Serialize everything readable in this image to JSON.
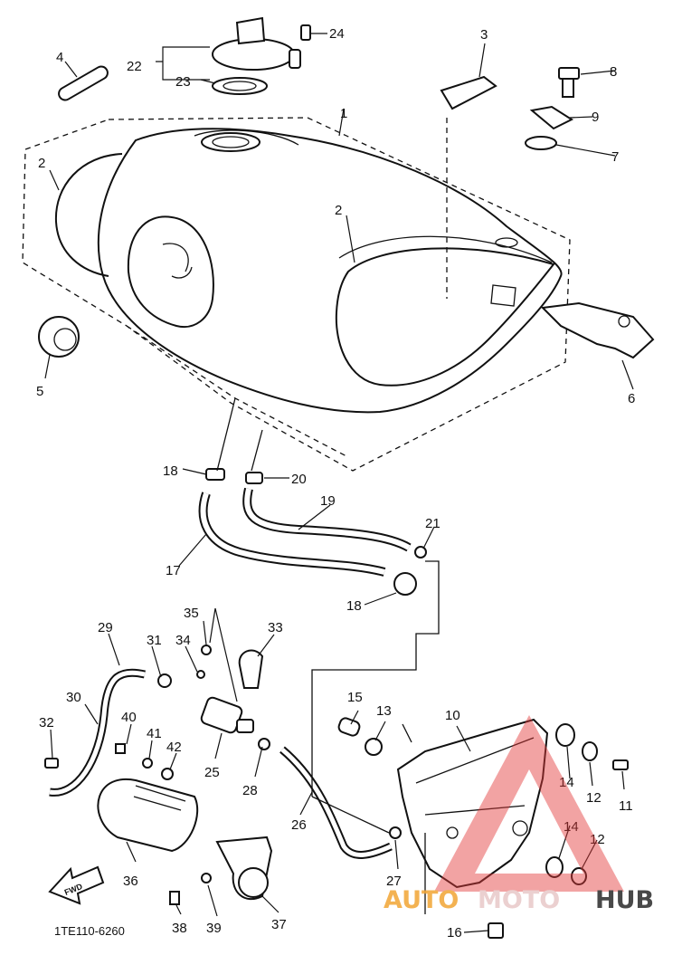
{
  "diagram": {
    "part_code": "1TE110-6260",
    "fwd_label": "FWD",
    "callouts": [
      "1",
      "2",
      "2",
      "3",
      "4",
      "5",
      "6",
      "7",
      "8",
      "9",
      "10",
      "11",
      "12",
      "12",
      "13",
      "14",
      "14",
      "15",
      "16",
      "17",
      "18",
      "18",
      "19",
      "20",
      "21",
      "22",
      "23",
      "24",
      "25",
      "26",
      "27",
      "28",
      "29",
      "30",
      "31",
      "32",
      "33",
      "34",
      "35",
      "36",
      "37",
      "38",
      "39",
      "40",
      "41",
      "42"
    ]
  },
  "watermark": {
    "part1": "AUTO",
    "part2": "MOTO",
    "part3": "HUB",
    "colors": {
      "part1": "#f2a535",
      "part2": "#e8c8c8",
      "part3": "#2a2a2a",
      "triangle": "#e23a3a"
    }
  }
}
